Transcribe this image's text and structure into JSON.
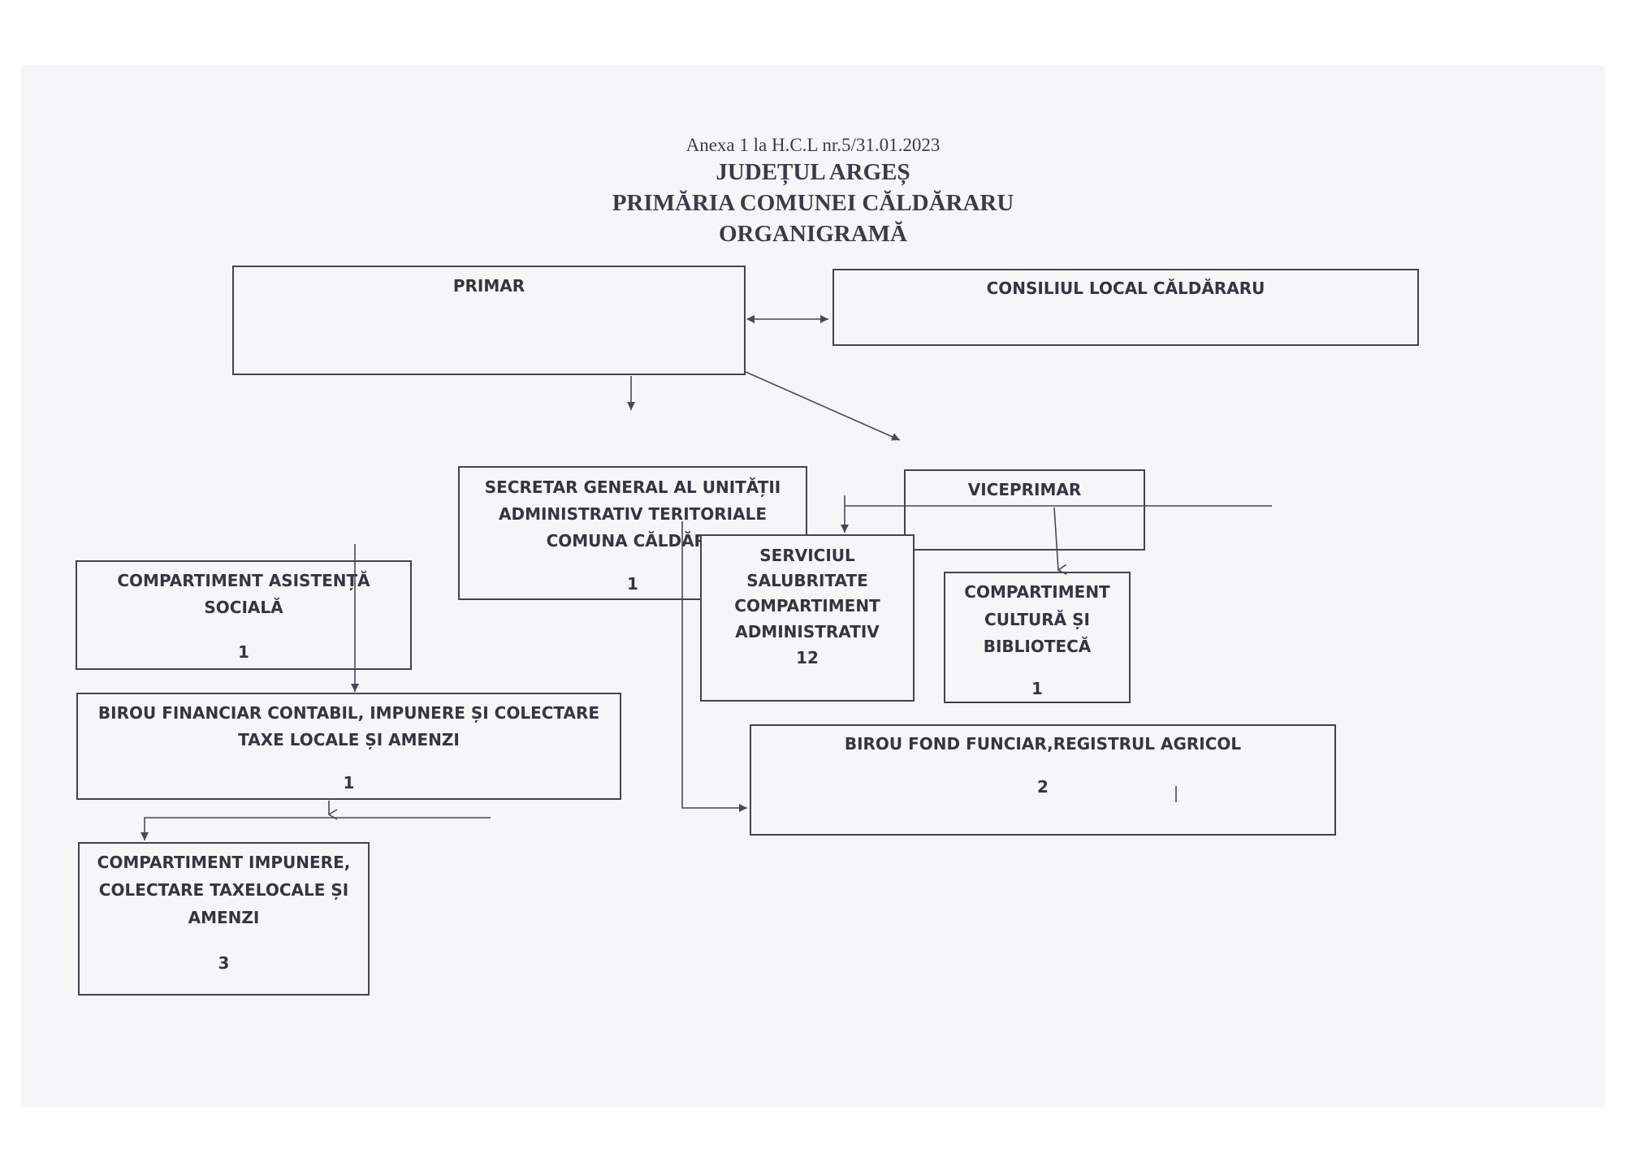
{
  "header": {
    "annex": "Anexa 1 la H.C.L nr.5/31.01.2023",
    "county": "JUDEȚUL ARGEȘ",
    "city_hall": "PRIMĂRIA COMUNEI CĂLDĂRARU",
    "title": "ORGANIGRAMĂ"
  },
  "nodes": {
    "primar": {
      "label": "PRIMAR"
    },
    "consiliu": {
      "label": "CONSILIUL LOCAL CĂLDĂRARU"
    },
    "secretar": {
      "lines": [
        "SECRETAR GENERAL AL UNITĂȚII",
        "ADMINISTRATIV TERITORIALE",
        "COMUNA CĂLDĂRA"
      ],
      "count": "1"
    },
    "viceprimar": {
      "label": "VICEPRIMAR"
    },
    "asistenta": {
      "lines": [
        "COMPARTIMENT ASISTENȚĂ",
        "SOCIALĂ"
      ],
      "count": "1"
    },
    "salubritate": {
      "lines": [
        "SERVICIUL",
        "SALUBRITATE",
        "COMPARTIMENT",
        "ADMINISTRATIV"
      ],
      "count": "12"
    },
    "cultura": {
      "lines": [
        "COMPARTIMENT",
        "CULTURĂ ȘI",
        "BIBLIOTECĂ"
      ],
      "count": "1"
    },
    "financiar": {
      "lines": [
        "BIROU FINANCIAR CONTABIL, IMPUNERE ȘI COLECTARE",
        "TAXE LOCALE ȘI  AMENZI"
      ],
      "count": "1"
    },
    "fond_funciar": {
      "label": "BIROU FOND FUNCIAR,REGISTRUL AGRICOL",
      "count": "2"
    },
    "impunere": {
      "lines": [
        "COMPARTIMENT IMPUNERE,",
        "COLECTARE TAXELOCALE ȘI",
        "AMENZI"
      ],
      "count": "3"
    }
  },
  "colors": {
    "line": "#4a4756",
    "text": "#37343f",
    "sheet": "#f6f6f8"
  }
}
